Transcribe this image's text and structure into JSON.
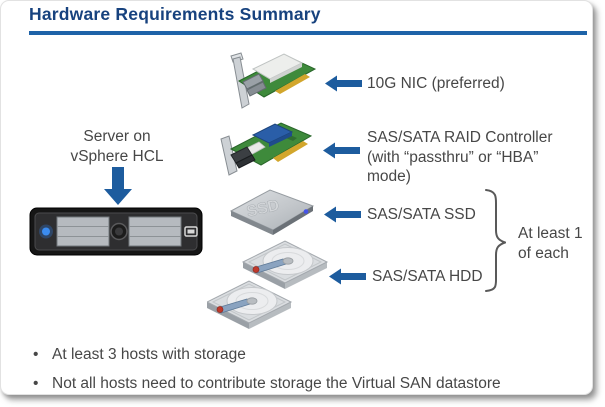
{
  "colors": {
    "title": "#17427E",
    "rule": "#1E63A8",
    "arrow": "#1D5C9E",
    "text": "#474747",
    "brace": "#595959"
  },
  "slide": {
    "title": "Hardware Requirements Summary",
    "server": {
      "label": "Server on\nvSphere HCL",
      "image": "rack-server-front"
    },
    "components": [
      {
        "id": "nic",
        "image": "10g-nic-card",
        "label": "10G NIC (preferred)"
      },
      {
        "id": "raid",
        "image": "raid-controller-card",
        "label": "SAS/SATA RAID Controller\n(with “passthru” or “HBA”\nmode)"
      },
      {
        "id": "ssd",
        "image": "ssd-drive",
        "label": "SAS/SATA SSD"
      },
      {
        "id": "hdd",
        "image": "stacked-hdd-drives",
        "label": "SAS/SATA HDD"
      }
    ],
    "ssd_embossed_label": "SSD",
    "group_note": "At least 1\nof each",
    "bullets": [
      "At least 3 hosts with storage",
      "Not all hosts need to contribute storage the Virtual SAN datastore"
    ]
  }
}
